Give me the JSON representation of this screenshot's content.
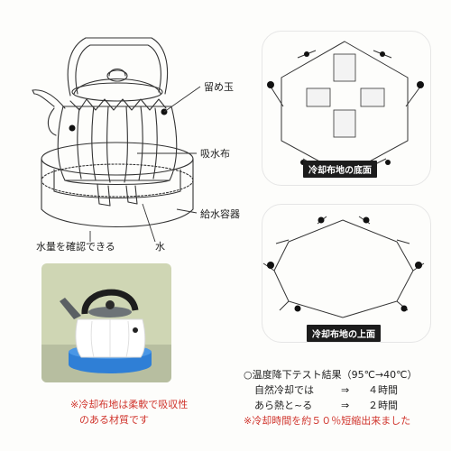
{
  "diagram": {
    "labels": {
      "tome_dama": "留め玉",
      "kyusui_nuno": "吸水布",
      "kyusui_yoki": "給水容器",
      "mizu": "水",
      "suiryo": "水量を確認できる"
    }
  },
  "panels": {
    "bottom_caption": "冷却布地の底面",
    "top_caption": "冷却布地の上面"
  },
  "photo": {
    "note_line1": "※冷却布地は柔軟で吸収性",
    "note_line2": "のある材質です"
  },
  "results": {
    "heading": "○温度降下テスト結果（95℃→40℃）",
    "row1_label": "自然冷却では",
    "row1_arrow": "⇒",
    "row1_value": "４時間",
    "row2_label": "あら熱と~る",
    "row2_arrow": "⇒",
    "row2_value": "２時間",
    "conclusion": "※冷却時間を約５０％短縮出来ました"
  },
  "colors": {
    "accent_red": "#d0342c",
    "caption_bg": "#1c1c1c",
    "photo_bg": "#cfd6b4",
    "tub_blue": "#2f7fd6"
  }
}
